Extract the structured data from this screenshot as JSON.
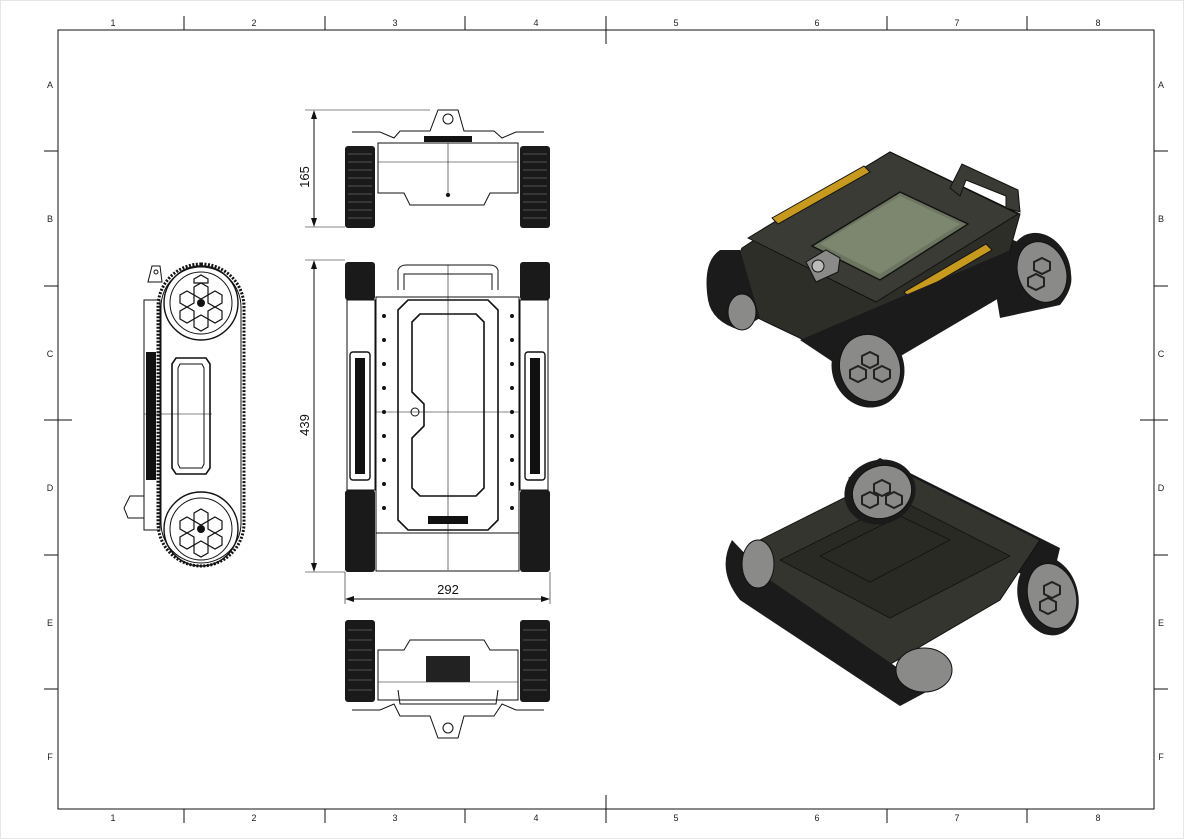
{
  "frame": {
    "columns": [
      "1",
      "2",
      "3",
      "4",
      "5",
      "6",
      "7",
      "8"
    ],
    "rows": [
      "A",
      "B",
      "C",
      "D",
      "E",
      "F"
    ]
  },
  "dimensions": {
    "height": "165",
    "length": "439",
    "width": "292"
  },
  "views": {
    "front_view": "front-view",
    "top_view": "top-view",
    "side_view": "side-view",
    "rear_view": "rear-view",
    "iso_top": "isometric-top-view",
    "iso_bottom": "isometric-bottom-view"
  },
  "colors": {
    "body": "#3b3b35",
    "body_dark": "#24241f",
    "window": "#6b7560",
    "accent_strip": "#c79a1e",
    "tread": "#1b1b1b",
    "wheel": "#8a8a88"
  }
}
